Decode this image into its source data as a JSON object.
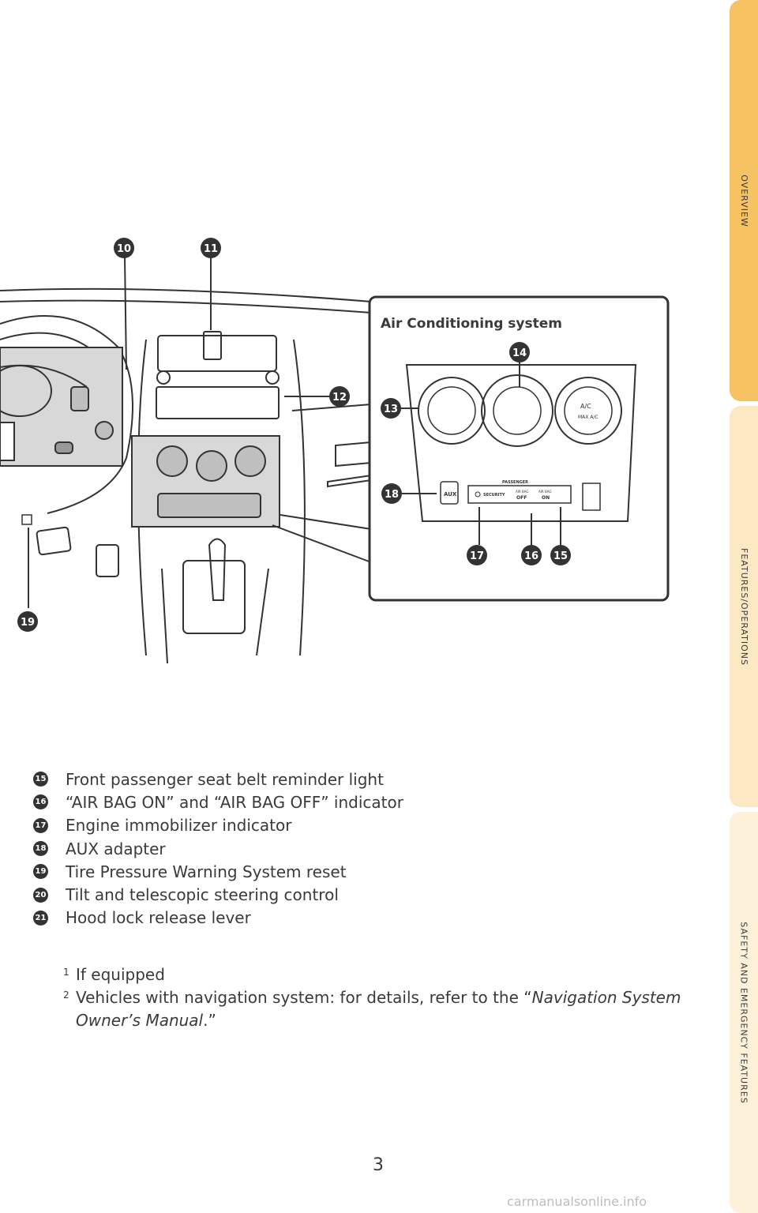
{
  "tabs": {
    "overview": {
      "label": "OVERVIEW",
      "color": "#f7c261"
    },
    "features": {
      "label": "FEATURES/OPERATIONS",
      "color": "#fde8c4"
    },
    "safety": {
      "label": "SAFETY AND EMERGENCY FEATURES",
      "color": "#fef1d9"
    }
  },
  "illustration": {
    "inset_title": "Air Conditioning system",
    "callouts": {
      "c10": "10",
      "c11": "11",
      "c12": "12",
      "c13": "13",
      "c14": "14",
      "c15": "15",
      "c16": "16",
      "c17": "17",
      "c18": "18",
      "c19": "19"
    },
    "panel_labels": {
      "aux": "AUX",
      "passenger": "PASSENGER",
      "security": "SECURITY",
      "airbag": "AIR BAG",
      "off": "OFF",
      "on": "ON",
      "ac": "A/C",
      "max": "MAX A/C"
    }
  },
  "legend": [
    {
      "num": "15",
      "text": "Front passenger seat belt reminder light"
    },
    {
      "num": "16",
      "text": "“AIR BAG ON” and “AIR BAG OFF” indicator"
    },
    {
      "num": "17",
      "text": "Engine immobilizer indicator"
    },
    {
      "num": "18",
      "text": "AUX adapter"
    },
    {
      "num": "19",
      "text": "Tire Pressure Warning System reset"
    },
    {
      "num": "20",
      "text": "Tilt and telescopic steering control"
    },
    {
      "num": "21",
      "text": "Hood lock release lever"
    }
  ],
  "notes": {
    "n1": {
      "marker": "1",
      "text": "If equipped"
    },
    "n2": {
      "marker": "2",
      "text": "Vehicles with navigation system: for details, refer to the  “",
      "italic": "Navigation System Owner’s Manual",
      "end": ".”"
    }
  },
  "page_number": "3",
  "watermark": "carmanualsonline.info"
}
